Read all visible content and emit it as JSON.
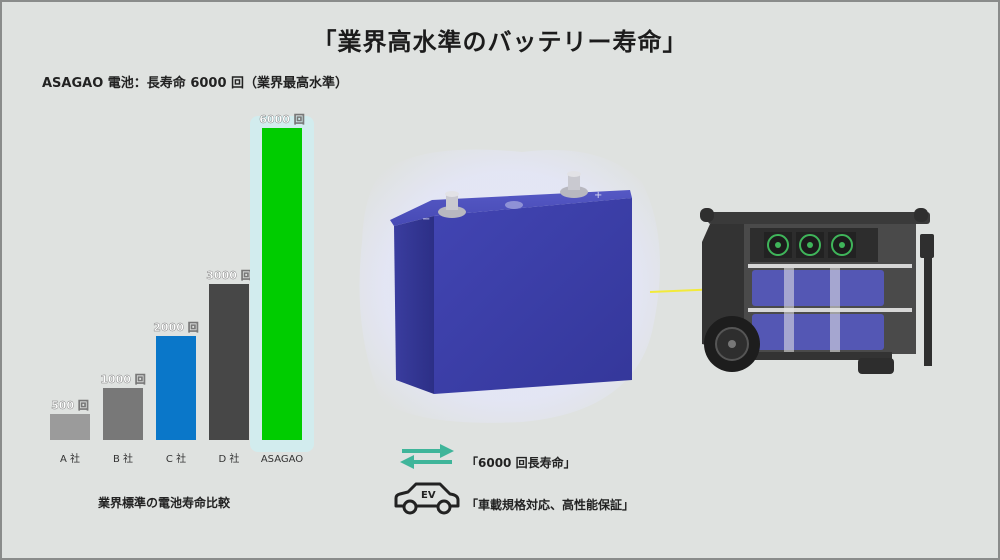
{
  "header": {
    "title": "「業界高水準のバッテリー寿命」",
    "subtitle": "ASAGAO 電池：長寿命 6000 回（業界最高水準）"
  },
  "chart_data": {
    "type": "bar",
    "categories": [
      "A 社",
      "B 社",
      "C 社",
      "D 社",
      "ASAGAO"
    ],
    "values": [
      500,
      1000,
      2000,
      3000,
      6000
    ],
    "data_labels": [
      "500 回",
      "1000 回",
      "2000 回",
      "3000 回",
      "6000 回"
    ],
    "colors": [
      "#9b9b9b",
      "#787878",
      "#0a77c9",
      "#474747",
      "#00cc00"
    ],
    "highlight_index": 4,
    "highlight_color": "#d2ecee",
    "ylim": [
      0,
      6000
    ],
    "grid": false,
    "caption": "業界標準の電池寿命比較"
  },
  "features": [
    {
      "icon": "cycle-arrows-icon",
      "label": "「6000 回長寿命」",
      "icon_color": "#3fb59a"
    },
    {
      "icon": "ev-car-icon",
      "label": "「車載規格対応、高性能保証」",
      "icon_text": "EV",
      "icon_color": "#222222"
    }
  ],
  "colors": {
    "battery_cell": "#3b3ea6",
    "battery_glow": "#e6e8f7",
    "pointer_line": "#f2ea3a",
    "generator_frame": "#3a3a3a"
  }
}
